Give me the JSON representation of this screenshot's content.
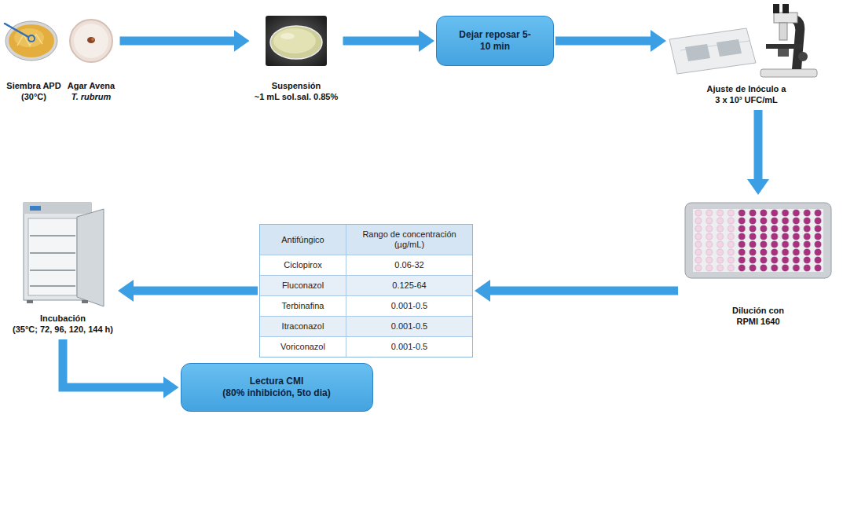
{
  "diagram": {
    "nodes": [
      {
        "text": [
          "Siembra APD",
          "(30°C)"
        ]
      },
      {
        "text": [
          "Agar Avena",
          "T. rubrum"
        ]
      },
      {
        "text": [
          "Suspensión",
          "~1 mL sol.sal. 0.85%"
        ]
      },
      {
        "text": [
          "Dejar reposar 5-10 min"
        ]
      },
      {
        "text": [
          "Ajuste de Inóculo a",
          "3 x 10³ UFC/mL"
        ]
      },
      {
        "text": [
          "Dilución con",
          "RPMI 1640"
        ]
      },
      {
        "text": [
          "Antifúngico",
          "Rango de concentración (µg/mL)",
          "Ciclopirox",
          "0.06-32",
          "Fluconazol",
          "0.125-64",
          "Terbinafina",
          "0.001-0.5",
          "Itraconazol",
          "0.001-0.5",
          "Voriconazol",
          "0.001-0.5"
        ]
      },
      {
        "text": [
          "Incubación",
          "(35°C; 72, 96, 120, 144 h)"
        ]
      },
      {
        "text": [
          "Lectura CMI",
          "(80% inhibición, 5to dia)"
        ]
      }
    ],
    "edges": [
      {
        "from": 1,
        "to": 2,
        "arrow": "to"
      },
      {
        "from": 2,
        "to": 3,
        "arrow": "to"
      },
      {
        "from": 3,
        "to": 4,
        "arrow": "to"
      },
      {
        "from": 4,
        "to": 5,
        "arrow": "to"
      },
      {
        "from": 5,
        "to": 6,
        "arrow": "to"
      },
      {
        "from": 6,
        "to": 7,
        "arrow": "to"
      },
      {
        "from": 7,
        "to": 8,
        "arrow": "to"
      }
    ]
  }
}
